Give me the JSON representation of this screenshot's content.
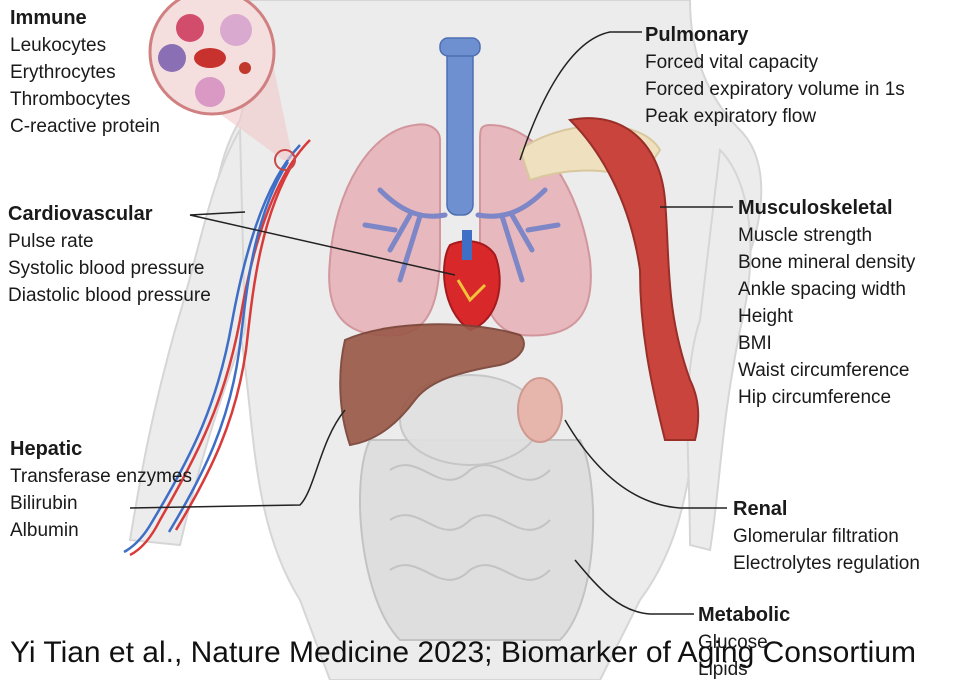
{
  "categories": {
    "immune": {
      "title": "Immune",
      "items": [
        "Leukocytes",
        "Erythrocytes",
        "Thrombocytes",
        "C-reactive protein"
      ]
    },
    "cardiovascular": {
      "title": "Cardiovascular",
      "items": [
        "Pulse rate",
        "Systolic blood pressure",
        "Diastolic blood pressure"
      ]
    },
    "hepatic": {
      "title": "Hepatic",
      "items": [
        "Transferase enzymes",
        "Bilirubin",
        "Albumin"
      ]
    },
    "pulmonary": {
      "title": "Pulmonary",
      "items": [
        "Forced vital capacity",
        "Forced expiratory volume in 1s",
        "Peak expiratory flow"
      ]
    },
    "musculoskeletal": {
      "title": "Musculoskeletal",
      "items": [
        "Muscle strength",
        "Bone mineral density",
        "Ankle spacing width",
        "Height",
        "BMI",
        "Waist circumference",
        "Hip circumference"
      ]
    },
    "renal": {
      "title": "Renal",
      "items": [
        "Glomerular filtration",
        "Electrolytes regulation"
      ]
    },
    "metabolic": {
      "title": "Metabolic",
      "items": [
        "Glucose",
        "Lipids"
      ]
    }
  },
  "caption": "Yi Tian et al., Nature Medicine 2023; Biomarker of Aging Consortium",
  "colors": {
    "body": "#ececec",
    "lung": "#e7b3b8",
    "bronchi": "#7d86c6",
    "trachea": "#6e8fd0",
    "liver": "#9b5a4a",
    "intestine": "#d9d9d9",
    "muscle": "#c9443c",
    "tendon": "#efe0bf",
    "artery": "#d93a3a",
    "vein": "#3f6ec7",
    "heart": "#d8282a"
  }
}
